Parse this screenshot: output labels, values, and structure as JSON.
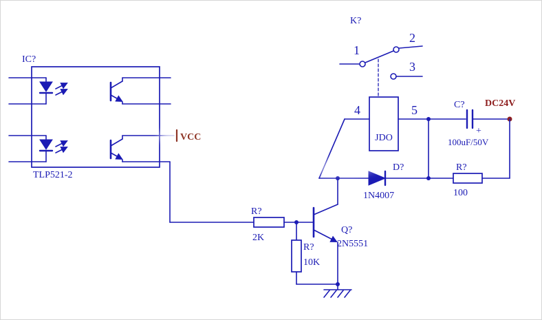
{
  "diagram": {
    "kind": "schematic",
    "description": "Optocoupler driven transistor relay circuit"
  },
  "colors": {
    "circuit_blue": "#1b1bb4",
    "supply_red": "#8e1f1f",
    "vcc_red": "#8e3526",
    "background": "#ffffff"
  },
  "optocoupler": {
    "ref": "IC?",
    "part": "TLP521-2"
  },
  "relay_switch": {
    "ref": "K?",
    "pin1": "1",
    "pin2": "2",
    "pin3": "3"
  },
  "relay_coil": {
    "name": "JDO",
    "pin4": "4",
    "pin5": "5"
  },
  "capacitor": {
    "ref": "C?",
    "value": "100uF/50V",
    "plus": "+"
  },
  "supply": {
    "label": "DC24V"
  },
  "vcc": {
    "label": "VCC"
  },
  "flyback_diode": {
    "ref": "D?",
    "part": "1N4007"
  },
  "resistor_100": {
    "ref": "R?",
    "value": "100"
  },
  "resistor_2k": {
    "ref": "R?",
    "value": "2K"
  },
  "resistor_10k": {
    "ref": "R?",
    "value": "10K"
  },
  "transistor": {
    "ref": "Q?",
    "part": "2N5551"
  }
}
